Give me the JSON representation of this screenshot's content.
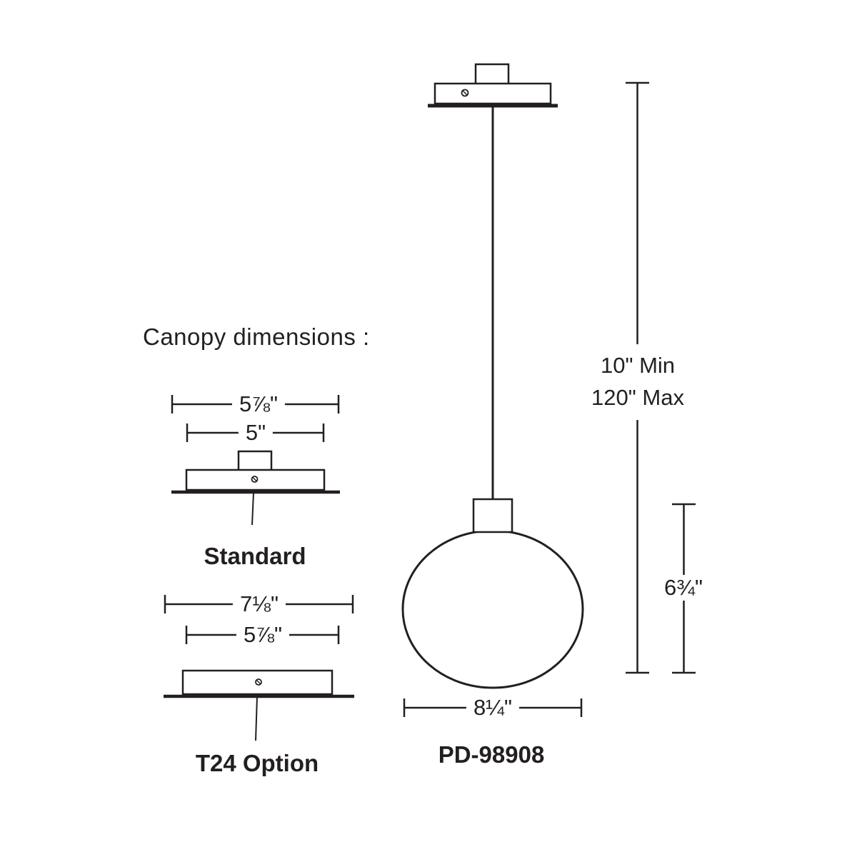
{
  "colors": {
    "line": "#231f20",
    "background": "#ffffff"
  },
  "title": "Canopy dimensions :",
  "canopy_standard": {
    "dim_outer": "5⅞\"",
    "dim_inner": "5\"",
    "label": "Standard"
  },
  "canopy_t24": {
    "dim_outer": "7⅛\"",
    "dim_inner": "5⅞\"",
    "label": "T24 Option"
  },
  "pendant": {
    "model": "PD-98908",
    "width": "8¼\"",
    "suspension_min": "10\" Min",
    "suspension_max": "120\" Max",
    "shade_height": "6¾\""
  }
}
